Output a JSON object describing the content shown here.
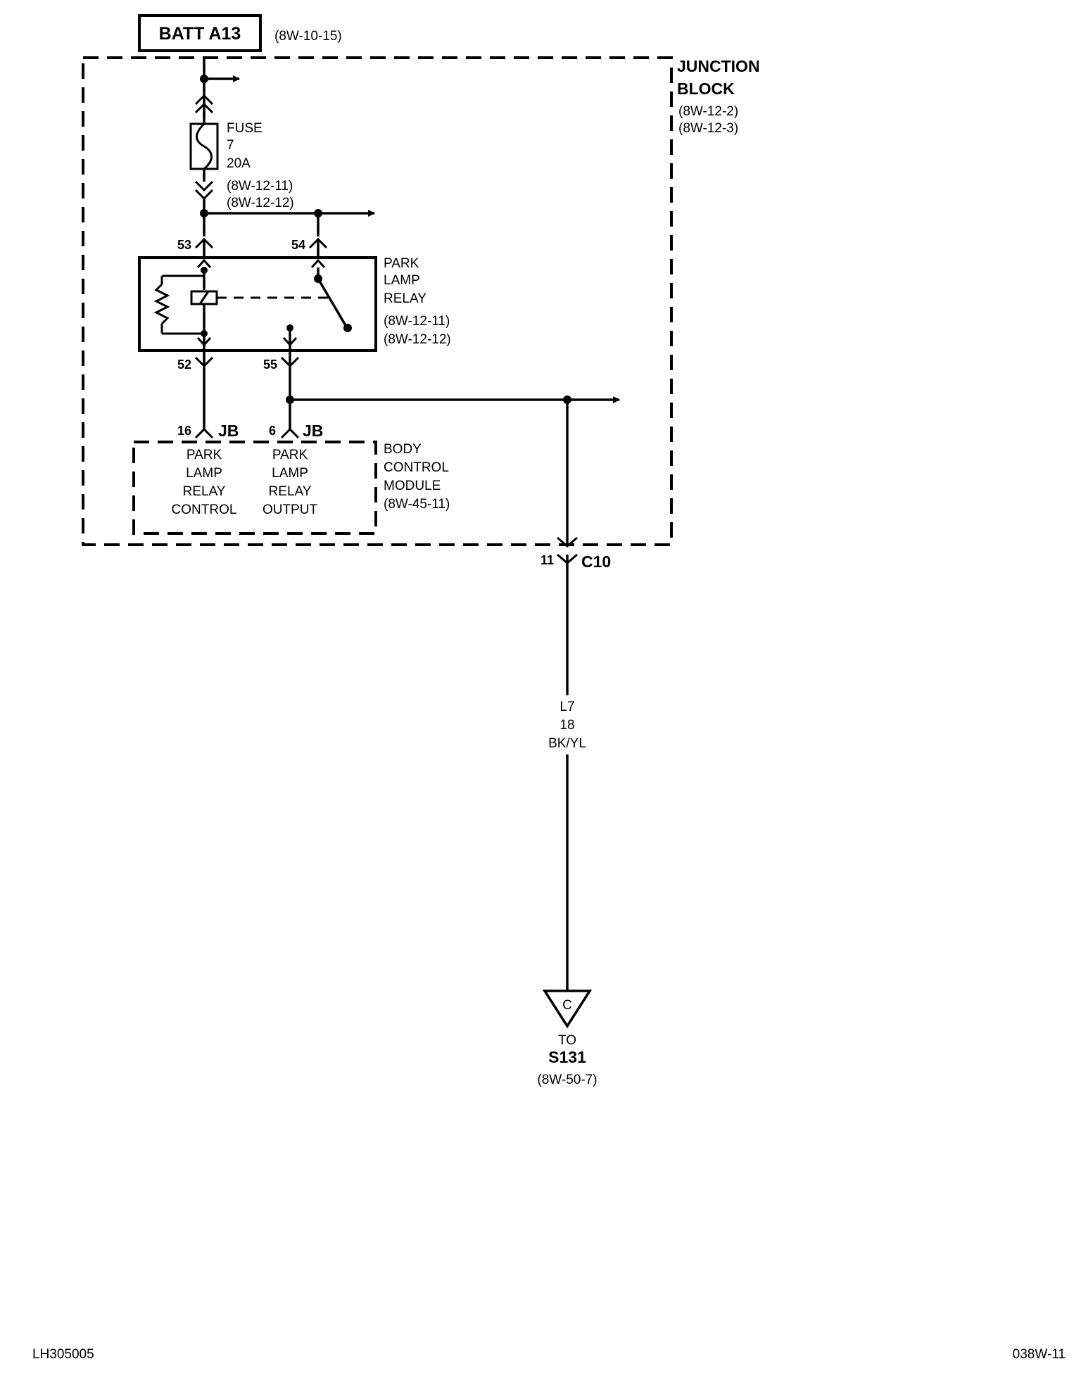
{
  "batt": {
    "label": "BATT A13",
    "ref": "(8W-10-15)"
  },
  "junction_block": {
    "line1": "JUNCTION",
    "line2": "BLOCK",
    "ref1": "(8W-12-2)",
    "ref2": "(8W-12-3)"
  },
  "fuse": {
    "line1": "FUSE",
    "line2": "7",
    "line3": "20A",
    "ref1": "(8W-12-11)",
    "ref2": "(8W-12-12)"
  },
  "relay": {
    "line1": "PARK",
    "line2": "LAMP",
    "line3": "RELAY",
    "ref1": "(8W-12-11)",
    "ref2": "(8W-12-12)",
    "pins": {
      "p53": "53",
      "p54": "54",
      "p52": "52",
      "p55": "55"
    }
  },
  "bcm": {
    "pin_control": "16",
    "pin_output": "6",
    "connector": "JB",
    "control": {
      "l1": "PARK",
      "l2": "LAMP",
      "l3": "RELAY",
      "l4": "CONTROL"
    },
    "output": {
      "l1": "PARK",
      "l2": "LAMP",
      "l3": "RELAY",
      "l4": "OUTPUT"
    },
    "name": {
      "l1": "BODY",
      "l2": "CONTROL",
      "l3": "MODULE"
    },
    "ref": "(8W-45-11)"
  },
  "connector_c10": {
    "pin": "11",
    "name": "C10"
  },
  "wire": {
    "circuit": "L7",
    "gauge": "18",
    "color": "BK/YL"
  },
  "destination": {
    "symbol": "C",
    "to": "TO",
    "splice": "S131",
    "ref": "(8W-50-7)"
  },
  "footer": {
    "left": "LH305005",
    "right": "038W-11"
  }
}
